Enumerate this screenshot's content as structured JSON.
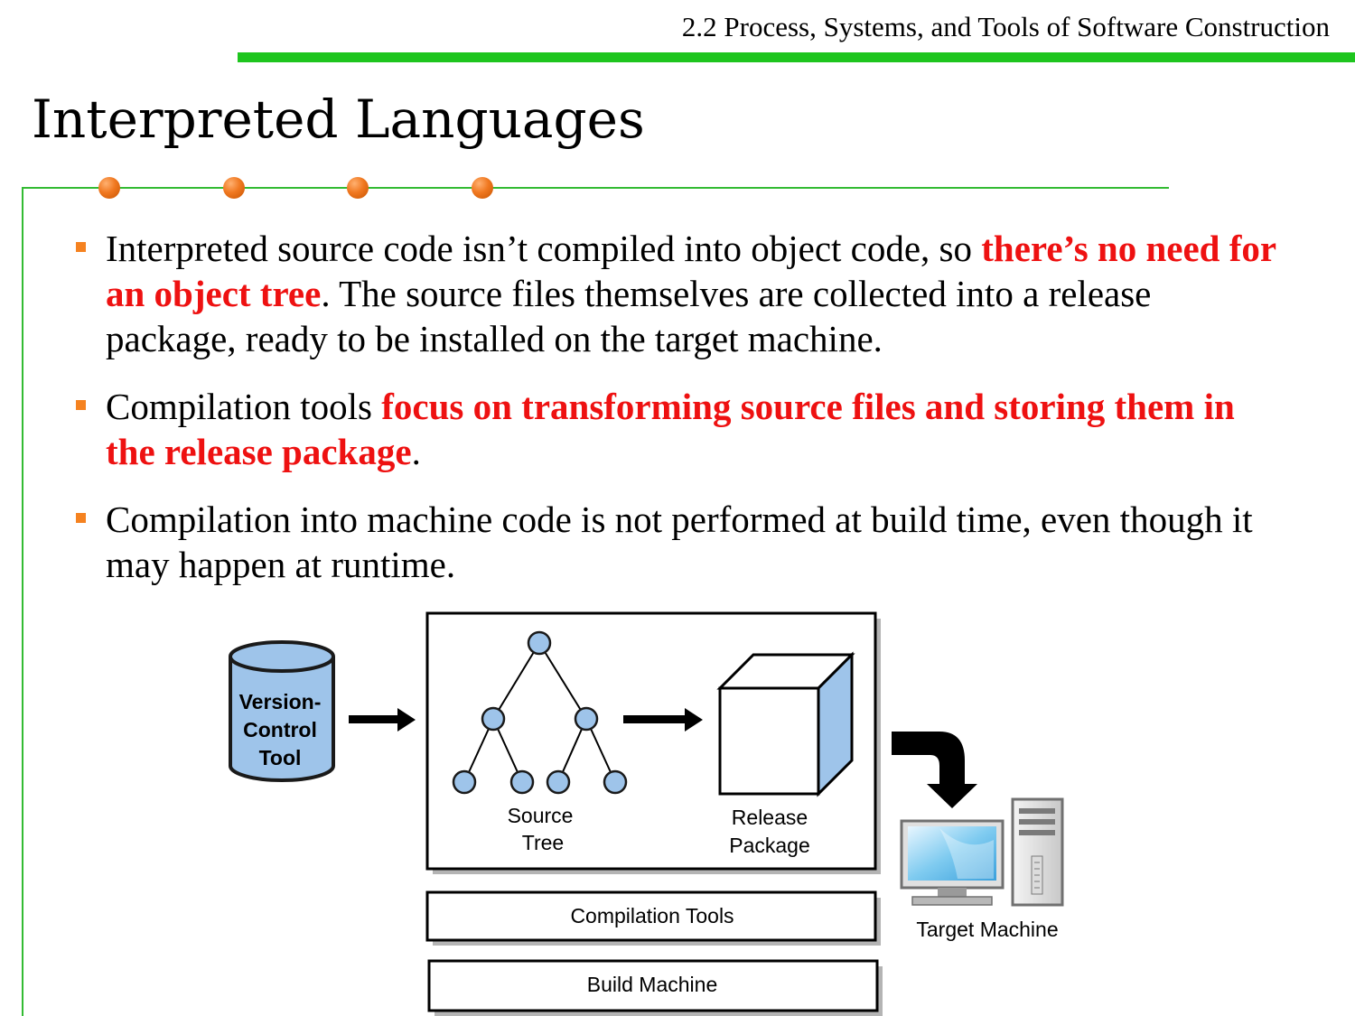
{
  "header": {
    "section_title": "2.2 Process, Systems, and Tools of Software Construction"
  },
  "slide": {
    "title": "Interpreted Languages"
  },
  "bullets": [
    {
      "pre": "Interpreted source code isn’t compiled into object code, so ",
      "highlight": "there’s no need for an object tree",
      "post": ". The source files themselves are collected into a release package, ready to be installed on the target machine."
    },
    {
      "pre": "Compilation tools ",
      "highlight": "focus on transforming source files and storing them in the release package",
      "post": "."
    },
    {
      "pre": "Compilation into machine code is not performed at build time, even though it may happen at runtime.",
      "highlight": "",
      "post": ""
    }
  ],
  "diagram": {
    "vcs_line1": "Version-",
    "vcs_line2": "Control",
    "vcs_line3": "Tool",
    "source_tree_line1": "Source",
    "source_tree_line2": "Tree",
    "release_line1": "Release",
    "release_line2": "Package",
    "compilation_tools": "Compilation Tools",
    "build_machine": "Build Machine",
    "target_machine": "Target Machine"
  },
  "colors": {
    "accent_green": "#1ec51e",
    "bullet_orange": "#f58220",
    "highlight_red": "#ee1111",
    "node_blue": "#9ec4ea"
  }
}
